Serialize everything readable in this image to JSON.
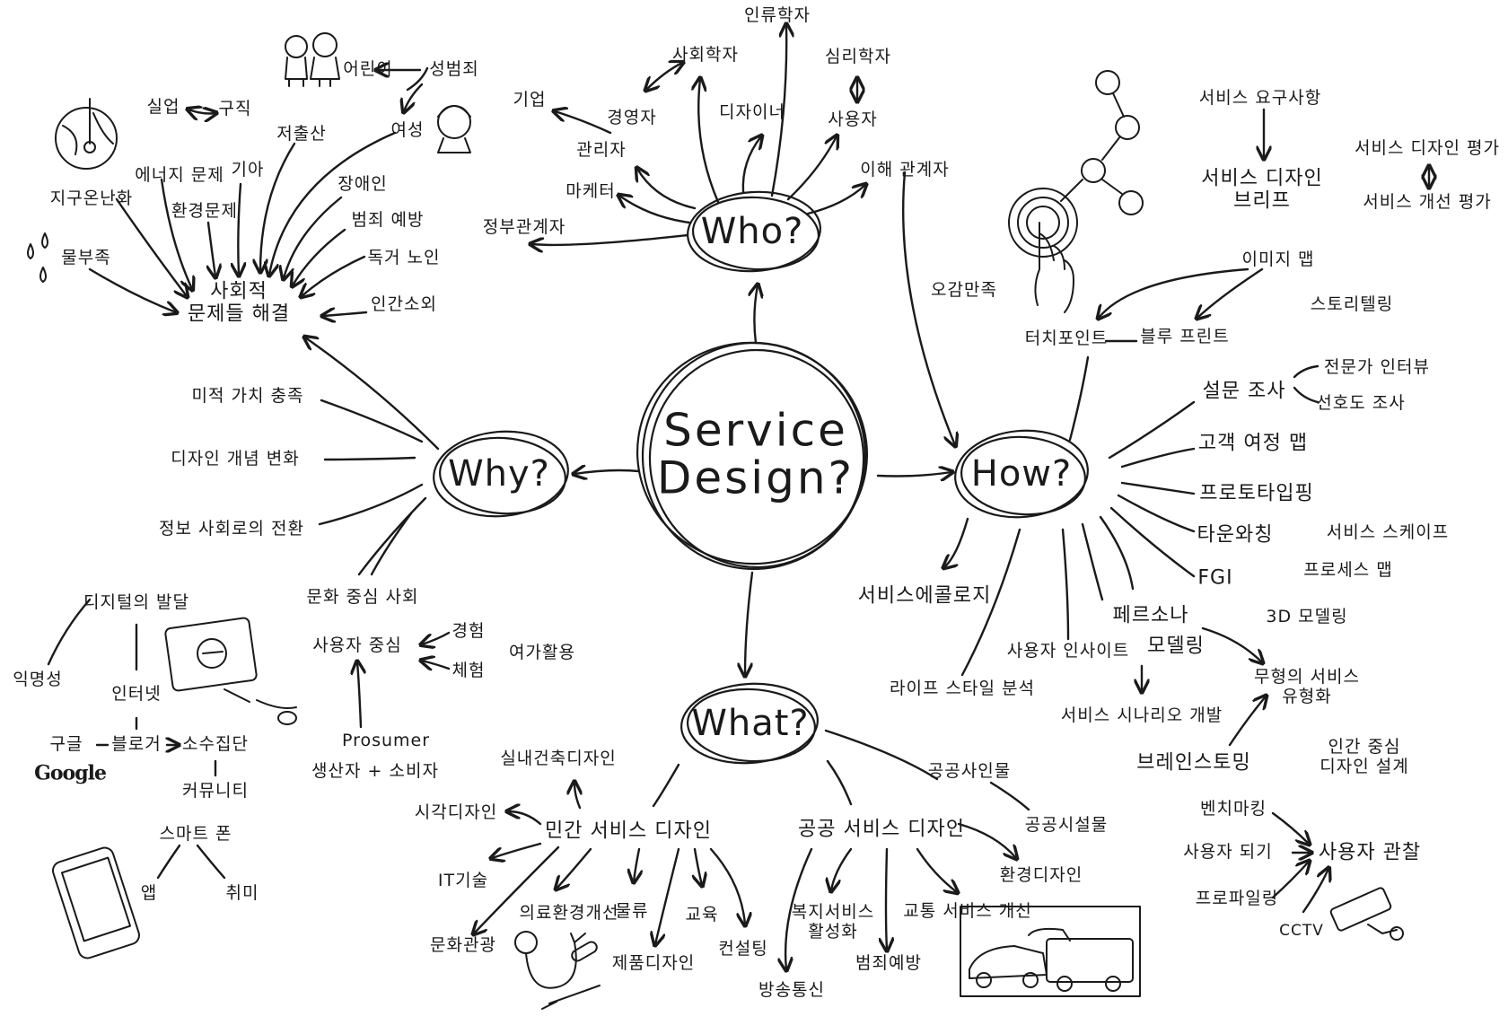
{
  "center": {
    "line1": "Service",
    "line2": "Design?"
  },
  "hubs": {
    "who": "Who?",
    "why": "Why?",
    "how": "How?",
    "what": "What?"
  },
  "who": {
    "anthropologist": "인류학자",
    "sociologist": "사회학자",
    "psychologist": "심리학자",
    "company": "기업",
    "businessman": "경영자",
    "designer": "디자이너",
    "user": "사용자",
    "manager": "관리자",
    "stakeholder": "이해 관계자",
    "marketer": "마케터",
    "government": "정부관계자"
  },
  "why": {
    "crime": "성범죄",
    "child": "어린이",
    "unemployment": "실업",
    "job": "구직",
    "woman": "여성",
    "low_birth": "저출산",
    "energy": "에너지 문제",
    "hunger": "기아",
    "disabled": "장애인",
    "global_warming": "지구온난화",
    "environment": "환경문제",
    "crime_prevention": "범죄 예방",
    "elderly": "독거 노인",
    "water": "물부족",
    "social_1": "사회적",
    "social_2": "문제들 해결",
    "alienation": "인간소외",
    "aesthetic": "미적 가치 충족",
    "design_concept": "디자인 개념 변화",
    "info_society": "정보 사회로의 전환",
    "culture": "문화 중심 사회",
    "user_centered": "사용자 중심",
    "experience": "경험",
    "hands_on": "체험",
    "leisure": "여가활용",
    "prosumer_en": "Prosumer",
    "prosumer_ko": "생산자 + 소비자",
    "digital": "디지털의 발달",
    "anonymity": "익명성",
    "internet": "인터넷",
    "google_ko": "구글",
    "blogger": "블로거",
    "minority": "소수집단",
    "google_logo": "Google",
    "community": "커뮤니티",
    "smartphone": "스마트 폰",
    "app": "앱",
    "hobby": "취미"
  },
  "how": {
    "requirements": "서비스 요구사항",
    "brief_1": "서비스 디자인",
    "brief_2": "브리프",
    "eval_design": "서비스 디자인 평가",
    "eval_improve": "서비스 개선 평가",
    "image_map": "이미지 맵",
    "five_senses": "오감만족",
    "storytelling": "스토리텔링",
    "touchpoint": "터치포인트",
    "blueprint": "블루 프린트",
    "expert_interview": "전문가 인터뷰",
    "survey": "설문 조사",
    "preference": "선호도 조사",
    "journey_map": "고객 여정 맵",
    "prototyping": "프로토타입핑",
    "town_watching": "타운와칭",
    "service_scape": "서비스 스케이프",
    "fgi": "FGI",
    "process_map": "프로세스 맵",
    "ecology": "서비스에콜로지",
    "persona": "페르소나",
    "modeling_3d": "3D 모델링",
    "insight": "사용자 인사이트",
    "modeling": "모델링",
    "intangible_1": "무형의 서비스",
    "intangible_2": "유형화",
    "lifestyle": "라이프 스타일 분석",
    "scenario": "서비스 시나리오 개발",
    "brainstorm": "브레인스토밍",
    "hcd_1": "인간 중심",
    "hcd_2": "디자인 설계",
    "benchmark": "벤치마킹",
    "be_user": "사용자 되기",
    "observation": "사용자 관찰",
    "profiling": "프로파일링",
    "cctv": "CCTV"
  },
  "what": {
    "interior": "실내건축디자인",
    "public_sign": "공공사인물",
    "visual": "시각디자인",
    "private_service": "민간 서비스 디자인",
    "public_service": "공공 서비스 디자인",
    "public_facility": "공공시설물",
    "it": "IT기술",
    "env_design": "환경디자인",
    "medical": "의료환경개선",
    "logistics": "물류",
    "education": "교육",
    "welfare_1": "복지서비스",
    "welfare_2": "활성화",
    "traffic": "교통 서비스 개선",
    "culture_tour": "문화관광",
    "product": "제품디자인",
    "consulting": "컨설팅",
    "crime_prevention": "범죄예방",
    "broadcast": "방송통신"
  }
}
